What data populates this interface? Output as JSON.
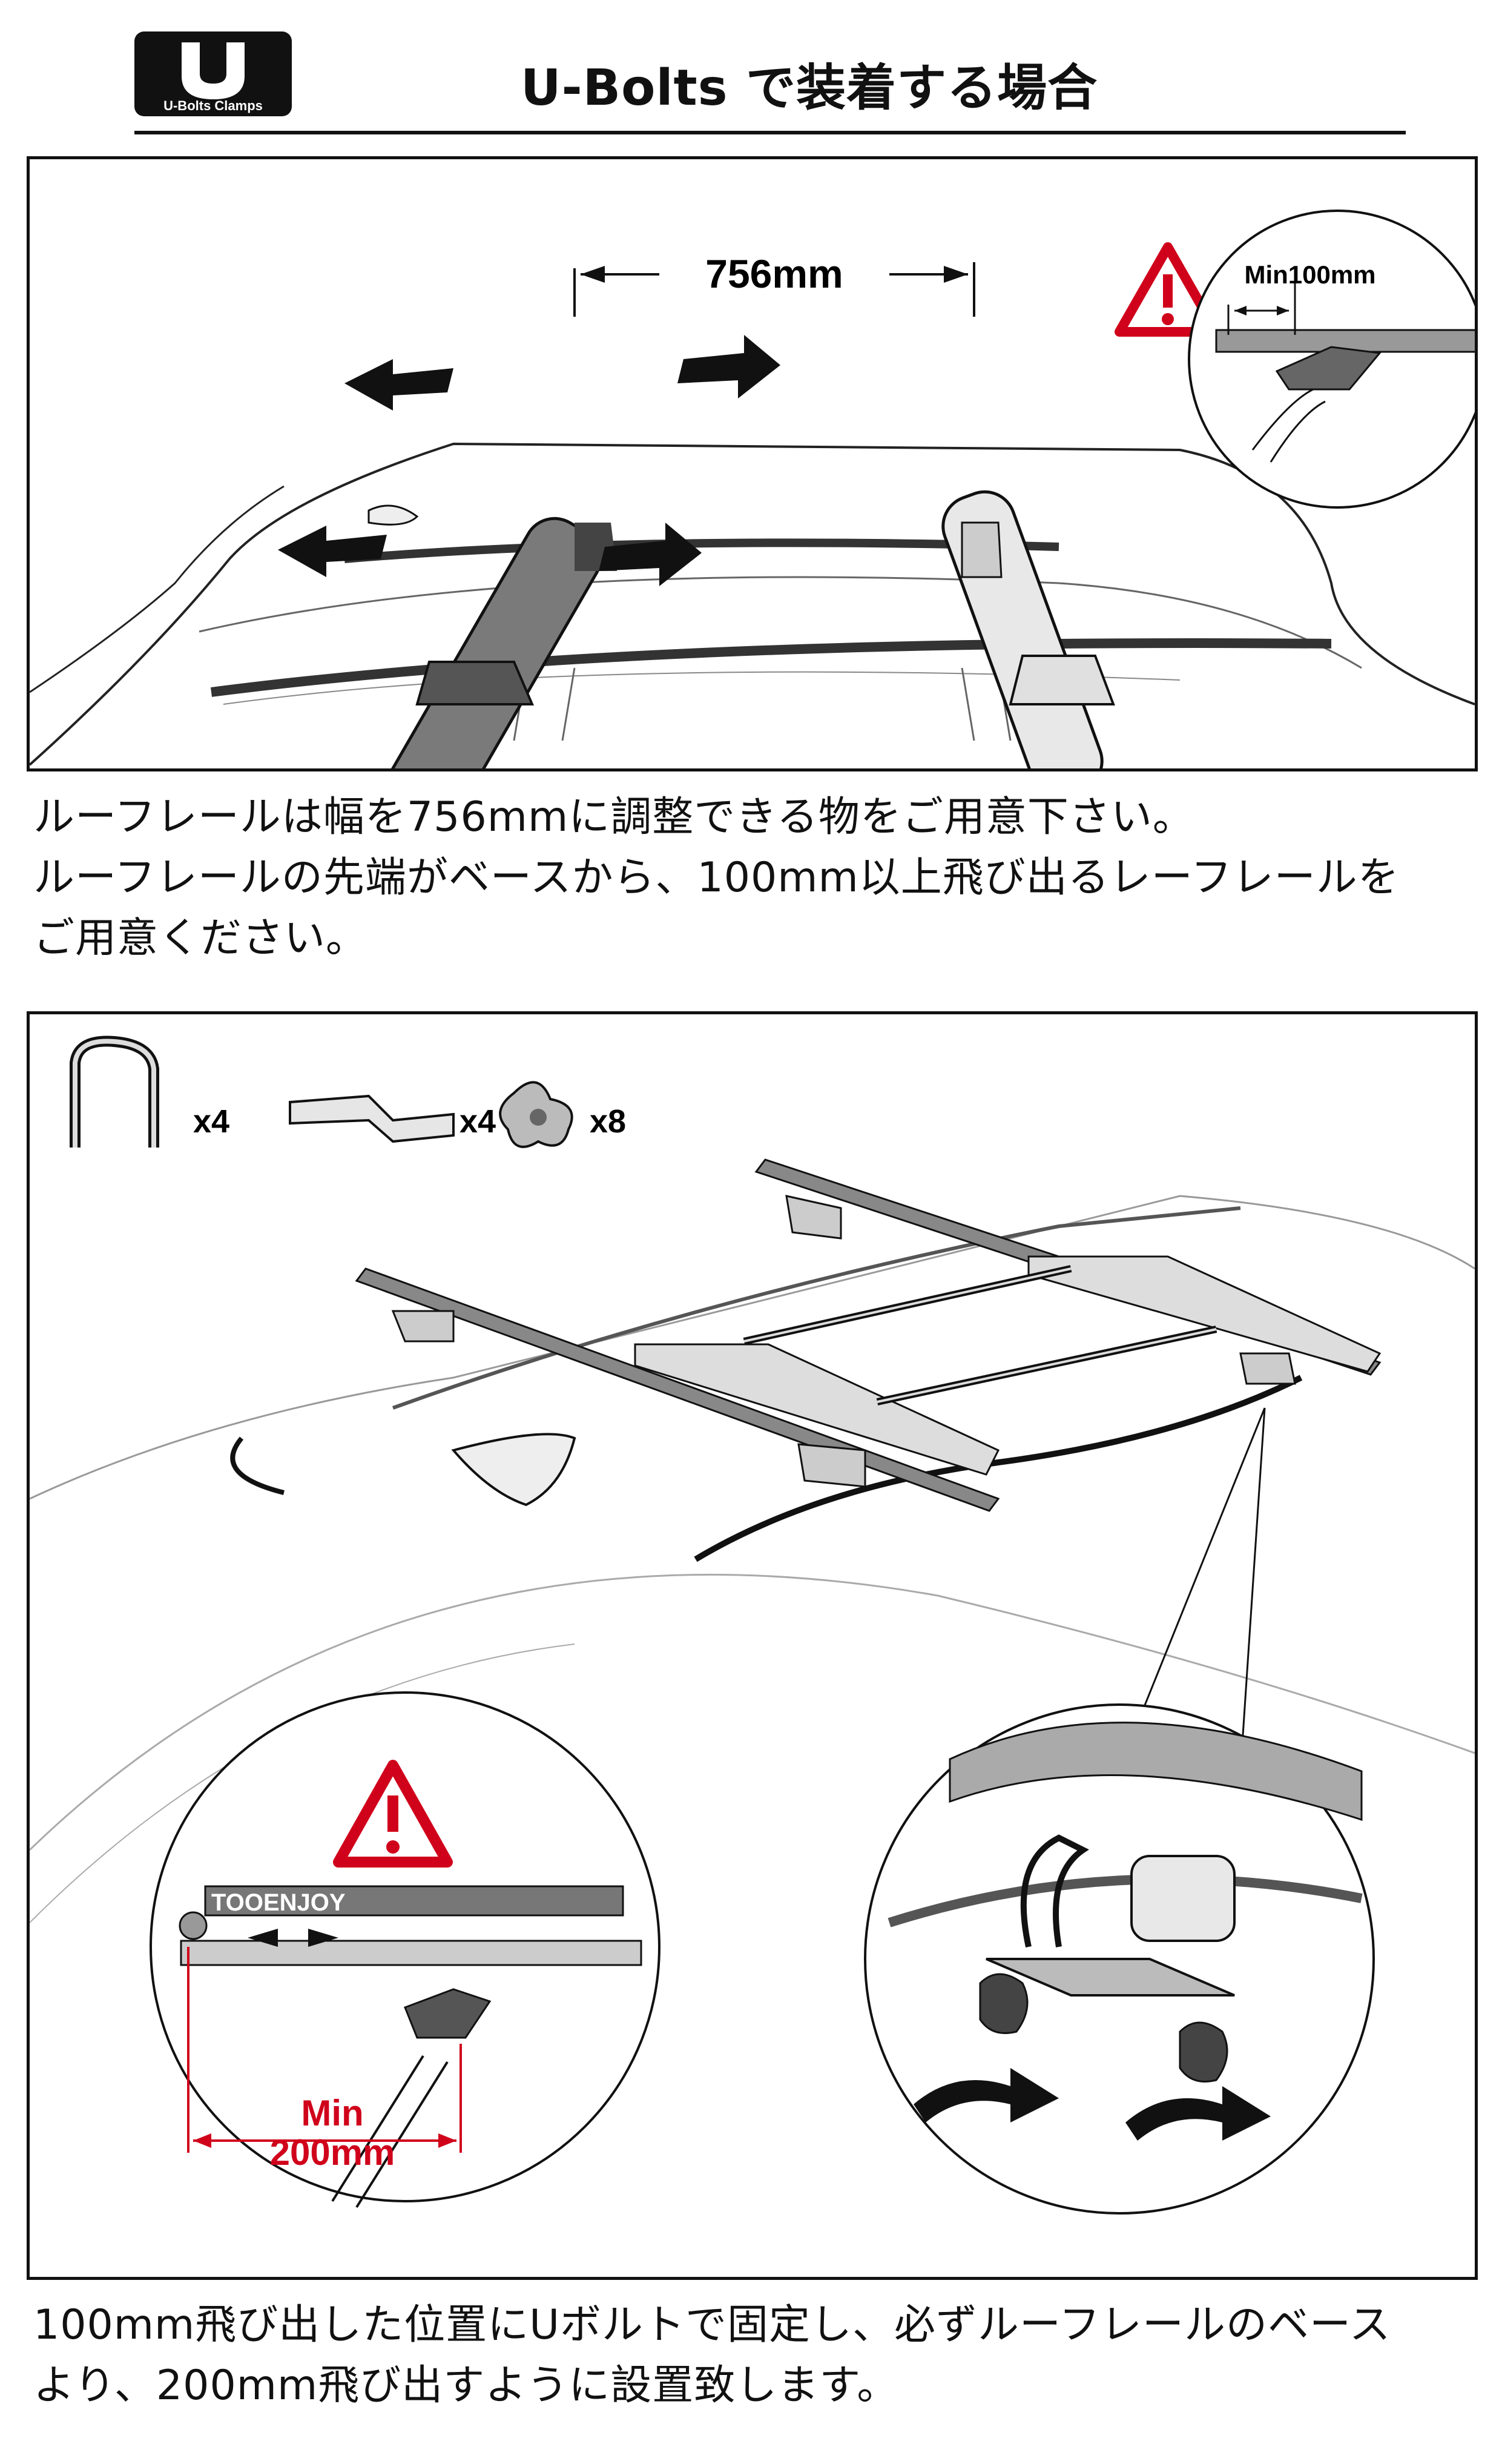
{
  "header": {
    "logo_letter": "U",
    "logo_caption": "U-Bolts Clamps",
    "title": "U-Bolts で装着する場合"
  },
  "panel1": {
    "dimension_label": "756mm",
    "inset_label": "Min100mm",
    "warning_icon": "warning-triangle-icon"
  },
  "text1": {
    "line1": "ルーフレールは幅を756mmに調整できる物をご用意下さい。",
    "line2": "ルーフレールの先端がベースから、100mm以上飛び出るレーフレールを",
    "line3": "ご用意ください。"
  },
  "panel2": {
    "parts": [
      {
        "icon": "u-bolt-icon",
        "qty": "x4"
      },
      {
        "icon": "clamp-plate-icon",
        "qty": "x4"
      },
      {
        "icon": "knob-nut-icon",
        "qty": "x8"
      }
    ],
    "brand_label": "TOOENJOY",
    "min_label": "Min",
    "min_value": "200mm",
    "accent_color": "#d0021b"
  },
  "text2": {
    "line1": "100mm飛び出した位置にUボルトで固定し、必ずルーフレールのベース",
    "line2": "より、200mm飛び出すように設置致します。"
  }
}
